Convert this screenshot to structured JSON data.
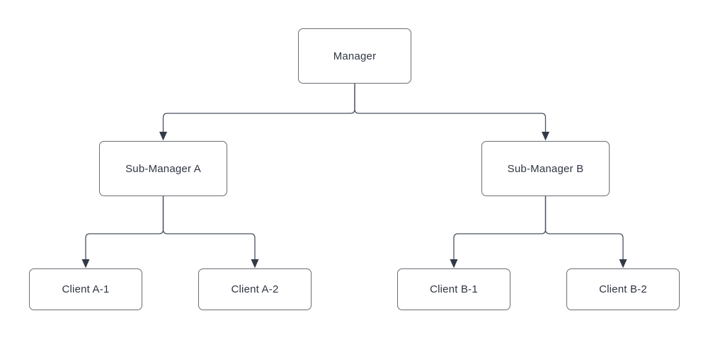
{
  "diagram": {
    "type": "org-chart",
    "nodes": {
      "manager": {
        "label": "Manager",
        "level": 1
      },
      "sub_a": {
        "label": "Sub-Manager A",
        "level": 2
      },
      "sub_b": {
        "label": "Sub-Manager B",
        "level": 2
      },
      "client_a1": {
        "label": "Client A-1",
        "level": 3
      },
      "client_a2": {
        "label": "Client A-2",
        "level": 3
      },
      "client_b1": {
        "label": "Client B-1",
        "level": 3
      },
      "client_b2": {
        "label": "Client B-2",
        "level": 3
      }
    },
    "edges": [
      {
        "from": "manager",
        "to": "sub_a"
      },
      {
        "from": "manager",
        "to": "sub_b"
      },
      {
        "from": "sub_a",
        "to": "client_a1"
      },
      {
        "from": "sub_a",
        "to": "client_a2"
      },
      {
        "from": "sub_b",
        "to": "client_b1"
      },
      {
        "from": "sub_b",
        "to": "client_b2"
      }
    ],
    "colors": {
      "background": "#ffffff",
      "box_border": "#696d75",
      "box_fill": "#ffffff",
      "edge": "#4a5160",
      "arrow": "#323a47",
      "text": "#2f3542"
    }
  }
}
